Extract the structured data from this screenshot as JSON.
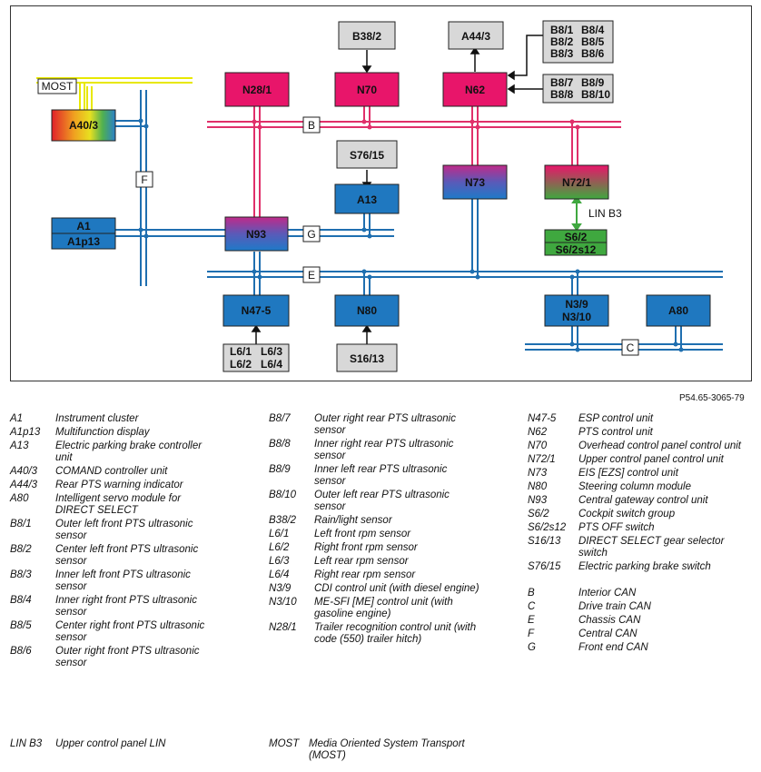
{
  "diagram": {
    "buses": {
      "B": "B",
      "C": "C",
      "E": "E",
      "F": "F",
      "G": "G"
    },
    "lin_label": "LIN B3",
    "most_label": "MOST",
    "nodes": {
      "A40_3": "A40/3",
      "A1": "A1",
      "A1p13": "A1p13",
      "N28_1": "N28/1",
      "N70": "N70",
      "N62": "N62",
      "B38_2": "B38/2",
      "A44_3": "A44/3",
      "S76_15": "S76/15",
      "A13": "A13",
      "N73": "N73",
      "N72_1": "N72/1",
      "S6_2": "S6/2",
      "S6_2s12": "S6/2s12",
      "N93": "N93",
      "N47_5": "N47-5",
      "N80": "N80",
      "N3_9": "N3/9",
      "N3_10": "N3/10",
      "A80": "A80",
      "S16_13": "S16/13"
    },
    "sensor_groups": {
      "front": [
        "B8/1",
        "B8/4",
        "B8/2",
        "B8/5",
        "B8/3",
        "B8/6"
      ],
      "rear": [
        "B8/7",
        "B8/9",
        "B8/8",
        "B8/10"
      ],
      "rpm": [
        "L6/1",
        "L6/3",
        "L6/2",
        "L6/4"
      ]
    },
    "colors": {
      "can_bus": "#1f6fb0",
      "interior_can": "#e0306a",
      "most": "#e8e800",
      "lin": "#3fa83f"
    }
  },
  "reference_code": "P54.65-3065-79",
  "legend": {
    "col1": [
      {
        "code": "A1",
        "desc": "Instrument cluster"
      },
      {
        "code": "A1p13",
        "desc": "Multifunction display"
      },
      {
        "code": "A13",
        "desc": "Electric parking brake controller unit"
      },
      {
        "code": "A40/3",
        "desc": "COMAND controller unit"
      },
      {
        "code": "A44/3",
        "desc": "Rear PTS warning indicator"
      },
      {
        "code": "A80",
        "desc": "Intelligent servo module for DIRECT SELECT"
      },
      {
        "code": "B8/1",
        "desc": "Outer left front PTS ultrasonic sensor"
      },
      {
        "code": "B8/2",
        "desc": "Center left front PTS ultrasonic sensor"
      },
      {
        "code": "B8/3",
        "desc": "Inner left front PTS ultrasonic sensor"
      },
      {
        "code": "B8/4",
        "desc": "Inner right front PTS ultrasonic sensor"
      },
      {
        "code": "B8/5",
        "desc": "Center right front PTS ultrasonic sensor"
      },
      {
        "code": "B8/6",
        "desc": "Outer right front PTS ultrasonic sensor"
      }
    ],
    "col2": [
      {
        "code": "B8/7",
        "desc": "Outer right rear PTS ultrasonic sensor"
      },
      {
        "code": "B8/8",
        "desc": "Inner right rear PTS ultrasonic sensor"
      },
      {
        "code": "B8/9",
        "desc": "Inner left rear PTS ultrasonic sensor"
      },
      {
        "code": "B8/10",
        "desc": "Outer left rear PTS ultrasonic sensor"
      },
      {
        "code": "B38/2",
        "desc": "Rain/light sensor"
      },
      {
        "code": "L6/1",
        "desc": "Left front rpm sensor"
      },
      {
        "code": "L6/2",
        "desc": "Right front rpm sensor"
      },
      {
        "code": "L6/3",
        "desc": "Left rear rpm sensor"
      },
      {
        "code": "L6/4",
        "desc": "Right rear rpm sensor"
      },
      {
        "code": "N3/9",
        "desc": "CDI control unit (with diesel engine)"
      },
      {
        "code": "N3/10",
        "desc": "ME-SFI [ME] control unit (with gasoline engine)"
      },
      {
        "code": "N28/1",
        "desc": "Trailer recognition control unit (with code (550) trailer hitch)"
      }
    ],
    "col3": [
      {
        "code": "N47-5",
        "desc": "ESP control unit"
      },
      {
        "code": "N62",
        "desc": "PTS control unit"
      },
      {
        "code": "N70",
        "desc": "Overhead control panel control unit"
      },
      {
        "code": "N72/1",
        "desc": "Upper control panel control unit"
      },
      {
        "code": "N73",
        "desc": "EIS [EZS] control unit"
      },
      {
        "code": "N80",
        "desc": "Steering column module"
      },
      {
        "code": "N93",
        "desc": "Central gateway control unit"
      },
      {
        "code": "S6/2",
        "desc": "Cockpit switch group"
      },
      {
        "code": "S6/2s12",
        "desc": "PTS OFF switch"
      },
      {
        "code": "S16/13",
        "desc": "DIRECT SELECT gear selector switch"
      },
      {
        "code": "S76/15",
        "desc": "Electric parking brake switch"
      }
    ],
    "col3_buses": [
      {
        "code": "B",
        "desc": "Interior CAN"
      },
      {
        "code": "C",
        "desc": "Drive train CAN"
      },
      {
        "code": "E",
        "desc": "Chassis CAN"
      },
      {
        "code": "F",
        "desc": "Central CAN"
      },
      {
        "code": "G",
        "desc": "Front end CAN"
      }
    ],
    "footer": [
      {
        "code": "LIN B3",
        "desc": "Upper control panel LIN"
      },
      {
        "code": "MOST",
        "desc": "Media Oriented System Transport (MOST)"
      }
    ]
  }
}
